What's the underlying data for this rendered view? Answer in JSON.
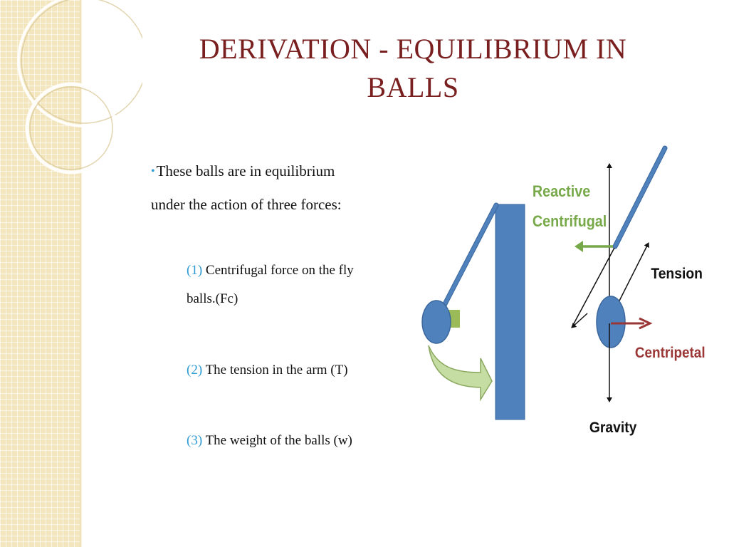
{
  "slide": {
    "title_line1": "DERIVATION - EQUILIBRIUM IN",
    "title_line2": "BALLS",
    "bullet": {
      "symbol": "•",
      "line1": "These balls are in equilibrium",
      "line2": "under the action of three forces:"
    },
    "items": [
      {
        "number": "(1)",
        "text_line1": "Centrifugal force on the fly",
        "text_line2": "balls.(Fc)"
      },
      {
        "number": "(2)",
        "text_line1": "The tension in the arm (T)"
      },
      {
        "number": "(3)",
        "text_line1": "The weight of the balls (w)"
      }
    ]
  },
  "diagram": {
    "labels": {
      "reactive": "Reactive",
      "centrifugal": "Centrifugal",
      "tension": "Tension",
      "centripetal": "Centripetal",
      "gravity": "Gravity"
    },
    "colors": {
      "title": "#7a1f1f",
      "accent_blue": "#2f9bd3",
      "shaft_blue": "#4f81bd",
      "green_label": "#77a94a",
      "red_arrow": "#9b3636",
      "pale_green_arrow": "#c5dca2"
    }
  }
}
